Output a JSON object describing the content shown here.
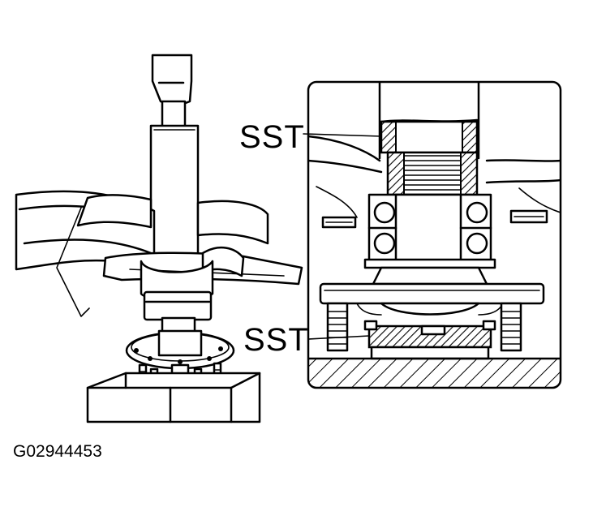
{
  "labels": {
    "sst_upper": "SST",
    "sst_lower": "SST",
    "figure_code": "G02944453"
  }
}
